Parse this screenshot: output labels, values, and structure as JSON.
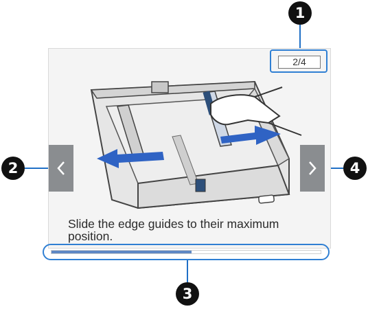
{
  "callouts": {
    "c1": "1",
    "c2": "2",
    "c3": "3",
    "c4": "4"
  },
  "screen": {
    "page_counter": "2/4",
    "caption": "Slide the edge guides to their maximum position.",
    "prev_icon": "chevron-left-icon",
    "next_icon": "chevron-right-icon",
    "progress": 0.52
  },
  "colors": {
    "callout_bg": "#111111",
    "highlight": "#2f7fd3",
    "arrow": "#2f63c4",
    "nav_button": "#8a8d90",
    "progress_fill": "#5f88c4"
  }
}
